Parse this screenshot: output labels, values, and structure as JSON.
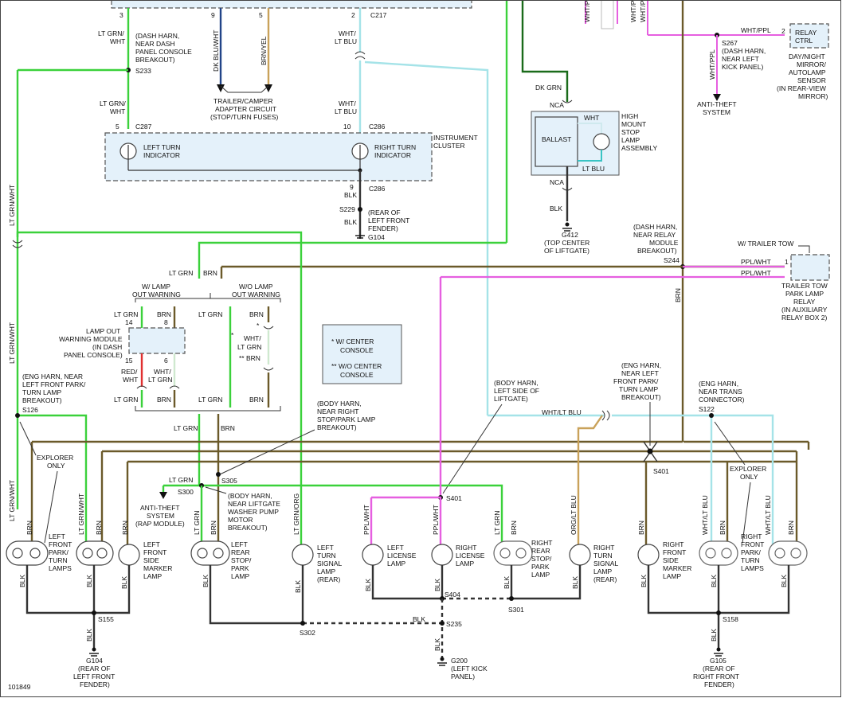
{
  "figure_id": "101849",
  "top": {
    "pin3": "3",
    "pin9": "9",
    "pin5": "5",
    "pin2": "2",
    "c217": "C217",
    "wire_ltgrn_wht_1": "LT GRN/",
    "wire_ltgrn_wht_2": "WHT",
    "dash_harn_1": "(DASH HARN,",
    "dash_harn_2": "NEAR DASH",
    "dash_harn_3": "PANEL CONSOLE",
    "dash_harn_4": "BREAKOUT)",
    "s233": "S233",
    "dkblu_wht": "DK BLU/WHT",
    "brn_yel": "BRN/YEL",
    "wht_ltblu_1": "WHT/",
    "wht_ltblu_2": "LT BLU",
    "trailer_1": "TRAILER/CAMPER",
    "trailer_2": "ADAPTER CIRCUIT",
    "trailer_3": "(STOP/TURN FUSES)",
    "ltgrn_wht2_1": "LT GRN/",
    "ltgrn_wht2_2": "WHT",
    "wht_ltblu2_1": "WHT/",
    "wht_ltblu2_2": "LT BLU"
  },
  "cluster": {
    "pin5": "5",
    "c287": "C287",
    "pin10": "10",
    "c286": "C286",
    "left_1": "LEFT TURN",
    "left_2": "INDICATOR",
    "right_1": "RIGHT TURN",
    "right_2": "INDICATOR",
    "name_1": "INSTRUMENT",
    "name_2": "CLUSTER",
    "pin9": "9",
    "blk": "BLK",
    "c286b": "C286",
    "s229": "S229",
    "blk2": "BLK",
    "rear_1": "(REAR OF",
    "rear_2": "LEFT FRONT",
    "rear_3": "FENDER)",
    "g104": "G104"
  },
  "hmsl": {
    "whtp_1": "WHT/P",
    "whtp_2": "WHT/P",
    "whtp_3": "WHT/P",
    "dkgrn": "DK GRN",
    "nca1": "NCA",
    "ballast": "BALLAST",
    "wht": "WHT",
    "ltblu": "LT BLU",
    "name_1": "HIGH",
    "name_2": "MOUNT",
    "name_3": "STOP",
    "name_4": "LAMP",
    "name_5": "ASSEMBLY",
    "nca2": "NCA",
    "blk": "BLK",
    "g412": "G412",
    "loc_1": "(TOP CENTER",
    "loc_2": "OF LIFTGATE)"
  },
  "mirror": {
    "wht_ppl": "WHT/PPL",
    "pin2": "2",
    "relay_1": "RELAY",
    "relay_2": "CTRL",
    "s267": "S267",
    "dash_1": "(DASH HARN,",
    "dash_2": "NEAR LEFT",
    "dash_3": "KICK PANEL)",
    "wht_ppl_v": "WHT/PPL",
    "name_1": "DAY/NIGHT",
    "name_2": "MIRROR/",
    "name_3": "AUTOLAMP",
    "name_4": "SENSOR",
    "name_5": "(IN REAR-VIEW",
    "name_6": "MIRROR)",
    "anti_1": "ANTI-THEFT",
    "anti_2": "SYSTEM"
  },
  "relay": {
    "dash_1": "(DASH HARN,",
    "dash_2": "NEAR RELAY",
    "dash_3": "MODULE",
    "dash_4": "BREAKOUT)",
    "s244": "S244",
    "tow_note": "W/ TRAILER TOW",
    "ppl_wht_1": "PPL/WHT",
    "ppl_wht_2": "PPL/WHT",
    "pin1": "1",
    "name_1": "TRAILER TOW",
    "name_2": "PARK LAMP",
    "name_3": "RELAY",
    "name_4": "(IN AUXILIARY",
    "name_5": "RELAY BOX 2)",
    "brn_v": "BRN"
  },
  "mid": {
    "ltgrn": "LT GRN",
    "brn": "BRN",
    "w_lamp_1": "W/ LAMP",
    "w_lamp_2": "OUT WARNING",
    "wo_lamp_1": "W/O LAMP",
    "wo_lamp_2": "OUT WARNING",
    "ltgrn_a": "LT GRN",
    "brn_a": "BRN",
    "pin14": "14",
    "pin8": "8",
    "ltgrn_b": "LT GRN",
    "brn_b": "BRN",
    "mod_1": "LAMP OUT",
    "mod_2": "WARNING MODULE",
    "mod_3": "(IN DASH",
    "mod_4": "PANEL CONSOLE)",
    "pin15": "15",
    "pin6": "6",
    "red_wht_1": "RED/",
    "red_wht_2": "WHT",
    "wht_ltgrn_1": "WHT/",
    "wht_ltgrn_2": "LT GRN",
    "star": "*",
    "wht_ltgrn_c1": "WHT/",
    "wht_ltgrn_c2": "LT GRN",
    "dstar_brn": "** BRN",
    "ltgrn_c": "LT GRN",
    "brn_c": "BRN",
    "ltgrn_d": "LT GRN",
    "brn_d": "BRN",
    "legend_1": "* W/ CENTER",
    "legend_2": "CONSOLE",
    "legend_3": "** W/O CENTER",
    "legend_4": "CONSOLE",
    "ltgrn_e": "LT GRN",
    "brn_e": "BRN",
    "ltgrn_wht_v": "LT GRN/WHT",
    "ltgrn_wht_v2": "LT GRN/WHT"
  },
  "harness": {
    "eng_left_1": "(ENG HARN, NEAR",
    "eng_left_2": "LEFT FRONT PARK/",
    "eng_left_3": "TURN LAMP",
    "eng_left_4": "BREAKOUT)",
    "s126": "S126",
    "body_right_1": "(BODY HARN,",
    "body_right_2": "NEAR RIGHT",
    "body_right_3": "STOP/PARK LAMP",
    "body_right_4": "BREAKOUT)",
    "body_left_1": "(BODY HARN,",
    "body_left_2": "LEFT SIDE OF",
    "body_left_3": "LIFTGATE)",
    "eng_lf_1": "(ENG HARN,",
    "eng_lf_2": "NEAR LEFT",
    "eng_lf_3": "FRONT PARK/",
    "eng_lf_4": "TURN LAMP",
    "eng_lf_5": "BREAKOUT)",
    "eng_trans_1": "(ENG HARN,",
    "eng_trans_2": "NEAR TRANS",
    "eng_trans_3": "CONNECTOR)",
    "s122": "S122",
    "wht_ltblu": "WHT/LT BLU",
    "explorer_l_1": "EXPLORER",
    "explorer_l_2": "ONLY",
    "explorer_r_1": "EXPLORER",
    "explorer_r_2": "ONLY",
    "s401": "S401",
    "s305": "S305",
    "ltgrn": "LT GRN",
    "s300": "S300",
    "anti_1": "ANTI-THEFT",
    "anti_2": "SYSTEM",
    "anti_3": "(RAP MODULE)",
    "wash_1": "(BODY HARN,",
    "wash_2": "NEAR LIFTGATE",
    "wash_3": "WASHER PUMP",
    "wash_4": "MOTOR",
    "wash_5": "BREAKOUT)",
    "s401b": "S401"
  },
  "lamps": [
    {
      "wire_a": "LT GRN/WHT",
      "wire_b": "BRN"
    },
    {
      "wire_a": "LT GRN/WHT",
      "wire_b": "BRN"
    },
    {
      "wire_a": "BRN"
    },
    {
      "wire_a": "LT GRN",
      "wire_b": "BRN"
    },
    {
      "wire_a": "LT GRN/ORG"
    },
    {
      "wire_a": "PPL/WHT"
    },
    {
      "wire_a": "PPL/WHT"
    },
    {
      "wire_a": "LT GRN",
      "wire_b": "BRN"
    },
    {
      "wire_a": "ORG/LT BLU"
    },
    {
      "wire_a": "BRN"
    },
    {
      "wire_a": "WHT/LT BLU",
      "wire_b": "BRN"
    },
    {
      "wire_a": "WHT/LT BLU",
      "wire_b": "BRN"
    }
  ],
  "lamp_labels": {
    "lf_1": "LEFT",
    "lf_2": "FRONT",
    "lf_3": "PARK/",
    "lf_4": "TURN",
    "lf_5": "LAMPS",
    "lfs_1": "LEFT",
    "lfs_2": "FRONT",
    "lfs_3": "SIDE",
    "lfs_4": "MARKER",
    "lfs_5": "LAMP",
    "lr_1": "LEFT",
    "lr_2": "REAR",
    "lr_3": "STOP/",
    "lr_4": "PARK",
    "lr_5": "LAMP",
    "lt_1": "LEFT",
    "lt_2": "TURN",
    "lt_3": "SIGNAL",
    "lt_4": "LAMP",
    "lt_5": "(REAR)",
    "ll_1": "LEFT",
    "ll_2": "LICENSE",
    "ll_3": "LAMP",
    "rl_1": "RIGHT",
    "rl_2": "LICENSE",
    "rl_3": "LAMP",
    "rr_1": "RIGHT",
    "rr_2": "REAR",
    "rr_3": "STOP/",
    "rr_4": "PARK",
    "rr_5": "LAMP",
    "rt_1": "RIGHT",
    "rt_2": "TURN",
    "rt_3": "SIGNAL",
    "rt_4": "LAMP",
    "rt_5": "(REAR)",
    "rfs_1": "RIGHT",
    "rfs_2": "FRONT",
    "rfs_3": "SIDE",
    "rfs_4": "MARKER",
    "rfs_5": "LAMP",
    "rf_1": "RIGHT",
    "rf_2": "FRONT",
    "rf_3": "PARK/",
    "rf_4": "TURN",
    "rf_5": "LAMPS"
  },
  "ground": {
    "blk": "BLK",
    "s155": "S155",
    "s302": "S302",
    "s404": "S404",
    "s301": "S301",
    "s235": "S235",
    "s158": "S158",
    "g104": "G104",
    "g104_1": "(REAR OF",
    "g104_2": "LEFT FRONT",
    "g104_3": "FENDER)",
    "g200": "G200",
    "g200_1": "(LEFT KICK",
    "g200_2": "PANEL)",
    "g105": "G105",
    "g105_1": "(REAR OF",
    "g105_2": "RIGHT FRONT",
    "g105_3": "FENDER)"
  }
}
